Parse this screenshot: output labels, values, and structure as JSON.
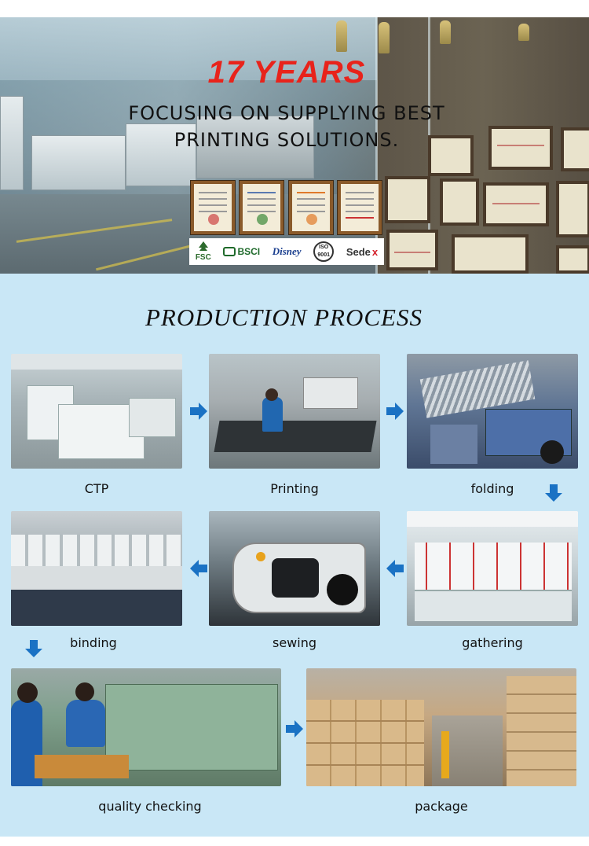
{
  "banner": {
    "title": "17 YEARS",
    "subtitle_line1": "FOCUSING ON SUPPLYING BEST",
    "subtitle_line2": "PRINTING SOLUTIONS.",
    "certificates": [
      "certificate-1",
      "certificate-2",
      "certificate-3",
      "certificate-4"
    ],
    "logos": {
      "fsc": "FSC",
      "bsci": "BSCI",
      "disney": "Disney",
      "iso_top": "ISO",
      "iso_bottom": "9001",
      "sedex_main": "Sede",
      "sedex_x": "x"
    }
  },
  "process": {
    "title": "PRODUCTION  PROCESS",
    "steps": [
      {
        "label": "CTP"
      },
      {
        "label": "Printing"
      },
      {
        "label": "folding"
      },
      {
        "label": "gathering"
      },
      {
        "label": "sewing"
      },
      {
        "label": "binding"
      },
      {
        "label": "quality checking"
      },
      {
        "label": "package"
      }
    ]
  },
  "colors": {
    "title_red": "#e8231b",
    "section_bg": "#c9e7f6",
    "arrow_blue": "#1a72c4"
  }
}
